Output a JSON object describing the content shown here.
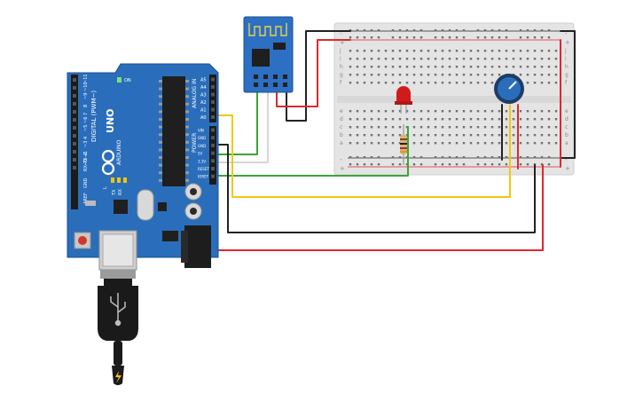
{
  "arduino": {
    "model": "UNO",
    "brand": "ARDUINO",
    "digital_label": "DIGITAL (PWM~)",
    "analog_label": "ANALOG IN",
    "power_label": "POWER",
    "on_label": "ON",
    "tx_label": "TX",
    "rx_label": "RX",
    "l_label": "L",
    "digital_pins": [
      "~11",
      "~10",
      "~9",
      "8",
      "7",
      "~6",
      "~5",
      "4",
      "~3",
      "2",
      "TX→1",
      "RX←0"
    ],
    "gnd_label": "GND",
    "aref_label": "AREF",
    "analog_pins": [
      "A0",
      "A1",
      "A2",
      "A3",
      "A4",
      "A5"
    ],
    "power_pins": [
      "IOREF",
      "RESET",
      "3.3V",
      "5V",
      "GND",
      "GND",
      "VIN"
    ]
  },
  "breadboard": {
    "row_letters_top": [
      "j",
      "i",
      "h",
      "g",
      "f"
    ],
    "row_letters_bottom": [
      "e",
      "d",
      "c",
      "b",
      "a"
    ],
    "plus": "+",
    "minus": "-"
  },
  "colors": {
    "board": "#2a6ebb",
    "breadboard": "#e9e9e9",
    "wire_red": "#e0272e",
    "wire_black": "#222222",
    "wire_yellow": "#f2c70f",
    "wire_green": "#3aa636",
    "wire_white": "#d6d6d6",
    "led": "#d11b1b",
    "esp_board": "#2d6fc2",
    "pot": "#2a6ebb"
  }
}
